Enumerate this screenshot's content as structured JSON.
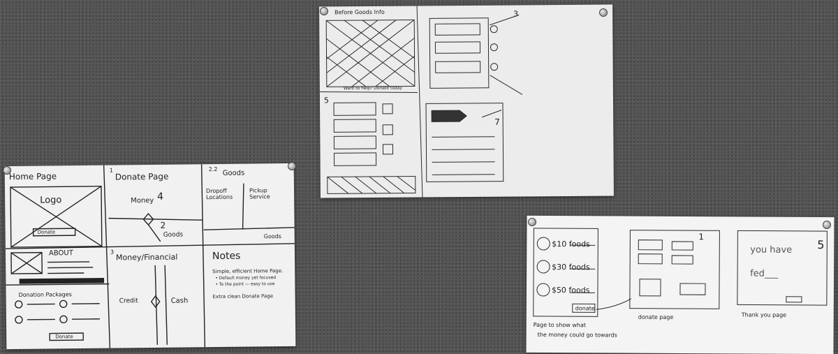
{
  "left_sheet": {
    "home": {
      "title": "Home Page",
      "logo": "Logo",
      "donate_btn": "Donate",
      "about": "ABOUT",
      "packages": "Donation Packages",
      "pkg_btn": "Donate"
    },
    "donate": {
      "title": "Donate Page",
      "num": "1",
      "money": "Money",
      "money_num": "4",
      "goods": "Goods",
      "goods_num": "2"
    },
    "goods": {
      "title": "Goods",
      "num": "2.2",
      "dropoff": "Dropoff Locations",
      "pickup": "Pickup Service",
      "goods_label": "Goods"
    },
    "money": {
      "title": "Money/Financial",
      "num": "3",
      "credit": "Credit",
      "cash": "Cash"
    },
    "notes": {
      "title": "Notes",
      "line1": "Simple, efficient Home Page.",
      "line2": "• Default money yet focused",
      "line3": "• To the point — easy to use",
      "line4": "Extra clean Donate Page"
    }
  },
  "top_sheet": {
    "header": "Before Goods Info",
    "num3": "3",
    "num5": "5",
    "num7": "7",
    "left_label": "Want to help? Donate today"
  },
  "right_sheet": {
    "items": [
      "$10 foods",
      "$30 foods",
      "$50 foods"
    ],
    "donate_btn": "donate",
    "num1": "1",
    "num5": "5",
    "fed_line1": "you have",
    "fed_line2": "fed___",
    "caption1": "Page to show what",
    "caption2": "the money could go towards",
    "caption3": "donate page",
    "caption4": "Thank you page"
  }
}
